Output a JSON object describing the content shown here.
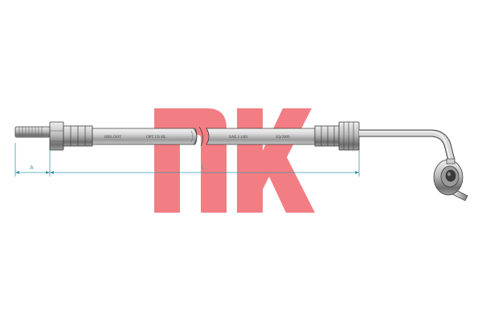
{
  "hose_print": {
    "text_1": "HBS DOT",
    "text_2": "OPT US HL",
    "text_3": "SAE J 1401",
    "text_4": "2Q/2009"
  },
  "dimensions": {
    "label_a": "A",
    "label_l": "L"
  },
  "logo": {
    "text": "nk",
    "color": "#e8141e"
  },
  "colors": {
    "dimension_line": "#3a9aa8",
    "outline": "#3c3c3c"
  }
}
